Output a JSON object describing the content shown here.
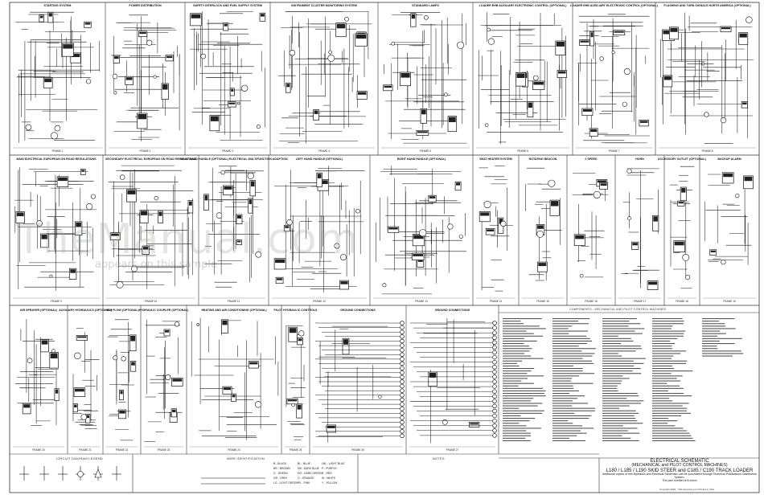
{
  "frames_top": [
    {
      "title": "STARTING SYSTEM",
      "label": "FRAME 1"
    },
    {
      "title": "POWER DISTRIBUTION",
      "label": "FRAME 2"
    },
    {
      "title": "SAFETY INTERLOCK AND FUEL SUPPLY SYSTEM",
      "label": "FRAME 3"
    },
    {
      "title": "INSTRUMENT CLUSTER MONITORING SYSTEM",
      "label": "FRAME 4"
    },
    {
      "title": "STANDARD LAMPS",
      "label": "FRAME 5"
    },
    {
      "title": "LOADER EHB AUXILIARY ELECTRONIC CONTROL (OPTIONAL)",
      "label": "FRAME 6"
    },
    {
      "title": "LOADER EHB AUXILIARY ELECTRONIC CONTROL (OPTIONAL)",
      "label": "FRAME 7"
    },
    {
      "title": "FLASHING AND TURN SIGNALS NORTH AMERICA (OPTIONAL)",
      "label": "FRAME 8"
    }
  ],
  "frames_mid": [
    {
      "title": "MAIN ELECTRICAL EUROPEAN ON ROAD REGULATIONS",
      "label": "FRAME 9"
    },
    {
      "title": "SECONDARY ELECTRICAL EUROPEAN ON ROAD REGULATIONS",
      "label": "FRAME 10"
    },
    {
      "title": "RIGHT HAND HANDLE (OPTIONAL) ELECTRICAL MULTIFUNCTION ADAPTION",
      "label": "FRAME 11"
    },
    {
      "title": "LEFT HAND HANDLE (OPTIONAL)",
      "label": "FRAME 12"
    },
    {
      "title": "RIGHT HAND HANDLE (OPTIONAL)",
      "label": "FRAME 13"
    },
    {
      "title": "SEAT HEATER SYSTEM",
      "label": "FRAME 14"
    },
    {
      "title": "ROTATING BEACON",
      "label": "FRAME 15"
    },
    {
      "title": "2 SPEED",
      "label": "FRAME 16"
    },
    {
      "title": "HORN",
      "label": "FRAME 17"
    },
    {
      "title": "ACCESSORY OUTLET (OPTIONAL)",
      "label": "FRAME 18"
    },
    {
      "title": "BACKUP ALARM",
      "label": "FRAME 19"
    }
  ],
  "frames_bot": [
    {
      "title": "AIR SPRAYER (OPTIONAL)",
      "label": "FRAME 20"
    },
    {
      "title": "AUXILIARY HYDRAULICS (OPTIONAL)",
      "label": "FRAME 21"
    },
    {
      "title": "HIGH FLOW (OPTIONAL)",
      "label": "FRAME 22"
    },
    {
      "title": "HYDRAULIC COUPLER (OPTIONAL)",
      "label": "FRAME 23"
    },
    {
      "title": "HEATING AND AIR CONDITIONING (OPTIONAL)",
      "label": "FRAME 24"
    },
    {
      "title": "PILOT HYDRAULIC CONTROLS",
      "label": "FRAME 25"
    },
    {
      "title": "GROUND CONNECTIONS",
      "label": "FRAME 26"
    },
    {
      "title": "GROUND CONNECTIONS",
      "label": "FRAME 27"
    }
  ],
  "components_title": "COMPONENTS - MECHANICAL AND PILOT CONTROL MACHINES",
  "legend": {
    "circuit_title": "CIRCUIT DIAGRAM LEGEND",
    "wire_title": "WIRE IDENTIFICATION",
    "notes_title": "NOTES",
    "colors": [
      "B - BLACK",
      "BL - BLUE",
      "LBL - LIGHT BLUE",
      "BR - BROWN",
      "DB - DARK BLUE",
      "P - PURPLE",
      "G - GREEN",
      "DG - DARK GREEN",
      "R - RED",
      "GR - GRAY",
      "O - ORANGE",
      "W - WHITE",
      "LG - LIGHT GREEN",
      "PK - PINK",
      "Y - YELLOW"
    ]
  },
  "title_block": {
    "line1": "ELECTRICAL SCHEMATIC",
    "line2": "(MECHANICAL and PILOT CONTROL MACHINES)",
    "line3": "L180 / L185 / L190 SKID STEER  and C185 / C190 TRACK LOADER",
    "line4": "Additional copies of this Hydraulic and Electrical Schematic can be purchased through Technical Publications Distribution System.",
    "line5": "The part number is 6-xxxxx"
  },
  "watermark": "TheManual.com",
  "watermark_sub": "appears on this sample",
  "copyright": "Copyright 2002 - CNH America LLC  Printed in USA",
  "colors": {
    "ink": "#1a1a1a",
    "paper": "#ffffff",
    "frame": "#333333"
  }
}
